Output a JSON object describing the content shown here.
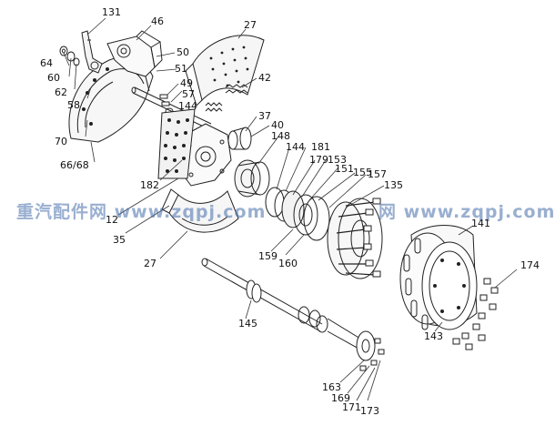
{
  "diagram": {
    "callouts": [
      {
        "id": "c131",
        "text": "131"
      },
      {
        "id": "c46",
        "text": "46"
      },
      {
        "id": "c27a",
        "text": "27"
      },
      {
        "id": "c64",
        "text": "64"
      },
      {
        "id": "c60",
        "text": "60"
      },
      {
        "id": "c62",
        "text": "62"
      },
      {
        "id": "c58",
        "text": "58"
      },
      {
        "id": "c70",
        "text": "70"
      },
      {
        "id": "c6668",
        "text": "66/68"
      },
      {
        "id": "c50",
        "text": "50"
      },
      {
        "id": "c51",
        "text": "51"
      },
      {
        "id": "c49",
        "text": "49"
      },
      {
        "id": "c57",
        "text": "57"
      },
      {
        "id": "c144a",
        "text": "144"
      },
      {
        "id": "c42",
        "text": "42"
      },
      {
        "id": "c37",
        "text": "37"
      },
      {
        "id": "c40",
        "text": "40"
      },
      {
        "id": "c148",
        "text": "148"
      },
      {
        "id": "c144b",
        "text": "144"
      },
      {
        "id": "c181",
        "text": "181"
      },
      {
        "id": "c179",
        "text": "179"
      },
      {
        "id": "c153",
        "text": "153"
      },
      {
        "id": "c151",
        "text": "151"
      },
      {
        "id": "c155",
        "text": "155"
      },
      {
        "id": "c157",
        "text": "157"
      },
      {
        "id": "c135",
        "text": "135"
      },
      {
        "id": "c182",
        "text": "182"
      },
      {
        "id": "c12",
        "text": "12"
      },
      {
        "id": "c35",
        "text": "35"
      },
      {
        "id": "c27b",
        "text": "27"
      },
      {
        "id": "c141",
        "text": "141"
      },
      {
        "id": "c159",
        "text": "159"
      },
      {
        "id": "c160",
        "text": "160"
      },
      {
        "id": "c174",
        "text": "174"
      },
      {
        "id": "c145",
        "text": "145"
      },
      {
        "id": "c143",
        "text": "143"
      },
      {
        "id": "c163",
        "text": "163"
      },
      {
        "id": "c169",
        "text": "169"
      },
      {
        "id": "c171",
        "text": "171"
      },
      {
        "id": "c173",
        "text": "173"
      }
    ]
  },
  "watermark": {
    "left_text": "重汽配件网 www.zqpj.com",
    "right_text": "网 www.zqpj.com"
  }
}
